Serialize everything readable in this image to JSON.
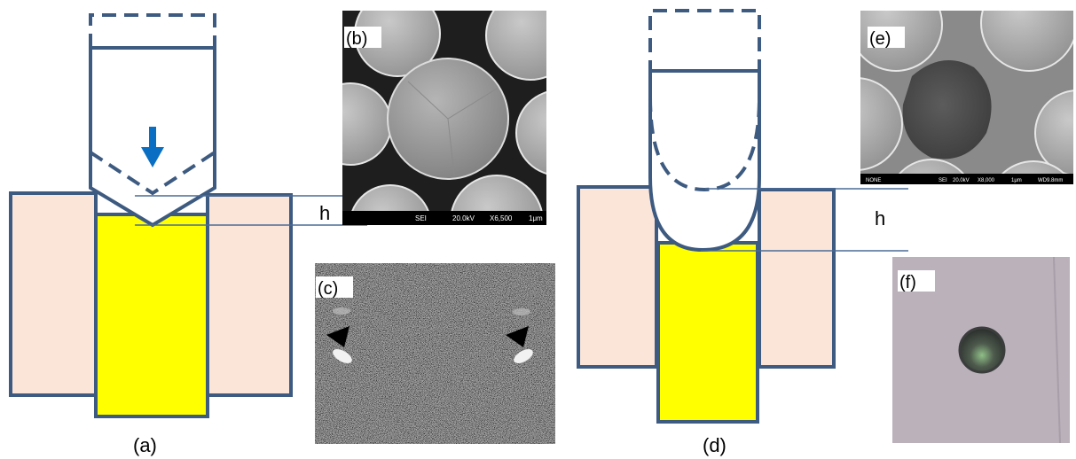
{
  "panels": {
    "a": {
      "caption": "(a)",
      "height_label": "h"
    },
    "b": {
      "tag": "(b)",
      "footer": {
        "detector": "SEI",
        "voltage": "20.0kV",
        "magnification": "X6,500",
        "scale": "1μm"
      }
    },
    "c": {
      "tag": "(c)"
    },
    "d": {
      "caption": "(d)",
      "height_label": "h"
    },
    "e": {
      "tag": "(e)",
      "footer": {
        "label": "NONE",
        "detector": "SEI",
        "voltage": "20.0kV",
        "magnification": "X8,000",
        "scale": "1μm",
        "working_distance": "WD9.8mm"
      }
    },
    "f": {
      "tag": "(f)"
    }
  },
  "colors": {
    "outline": "#3d5a80",
    "sleeve": "#fbe5d9",
    "sample": "#ffff00",
    "arrow": "#0a6fc2",
    "reference_line": "#4a6b96"
  }
}
